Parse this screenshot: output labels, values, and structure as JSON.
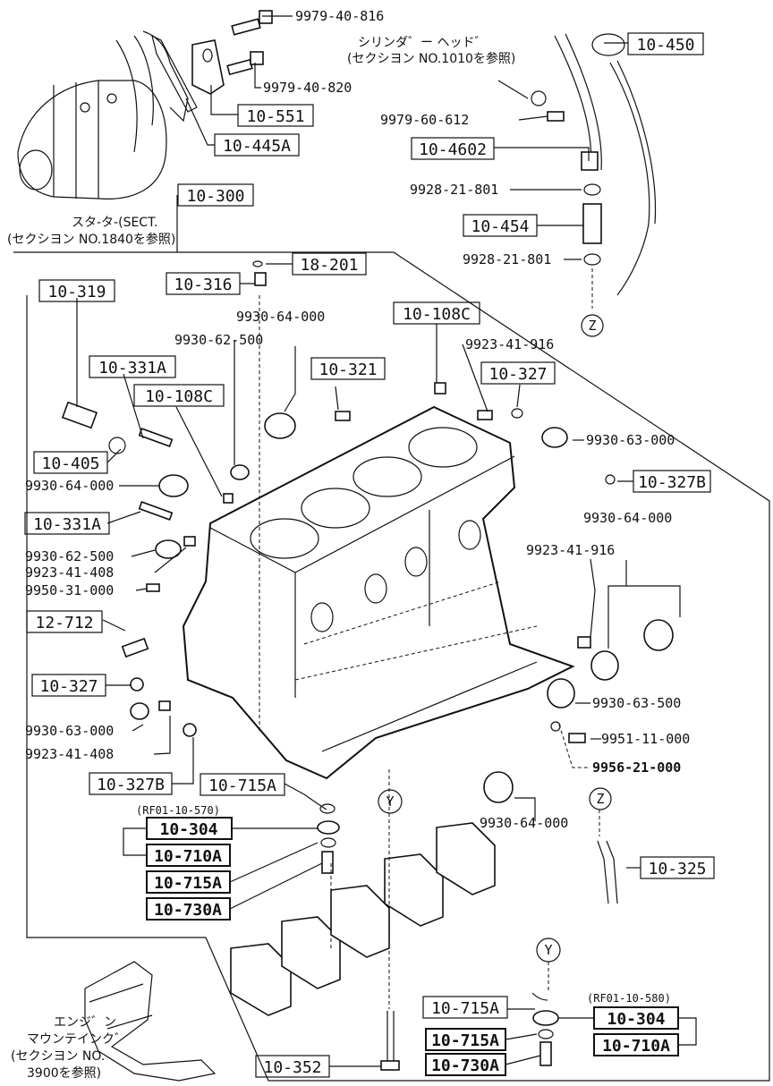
{
  "part_numbers": {
    "p_9979_40_816": "9979-40-816",
    "p_9979_40_820": "9979-40-820",
    "p_9979_60_612": "9979-60-612",
    "p_9928_21_801_a": "9928-21-801",
    "p_9928_21_801_b": "9928-21-801",
    "p_9930_64_000_a": "9930-64-000",
    "p_9930_62_500_a": "9930-62-500",
    "p_9923_41_916_a": "9923-41-916",
    "p_9930_63_000_a": "9930-63-000",
    "p_9930_64_000_b": "9930-64-000",
    "p_9930_62_500_b": "9930-62-500",
    "p_9923_41_408_a": "9923-41-408",
    "p_9950_31_000": "9950-31-000",
    "p_9930_64_000_c": "9930-64-000",
    "p_9923_41_916_b": "9923-41-916",
    "p_9930_63_500": "9930-63-500",
    "p_9930_63_000_b": "9930-63-000",
    "p_9951_11_000": "9951-11-000",
    "p_9923_41_408_b": "9923-41-408",
    "p_9956_21_000": "9956-21-000",
    "p_9930_64_000_d": "9930-64-000",
    "rf_570": "(RF01-10-570)",
    "rf_580": "(RF01-10-580)"
  },
  "boxed_labels": {
    "b_10_450": "10-450",
    "b_10_551": "10-551",
    "b_10_445A": "10-445A",
    "b_10_4602": "10-4602",
    "b_10_300": "10-300",
    "b_10_454": "10-454",
    "b_18_201": "18-201",
    "b_10_316": "10-316",
    "b_10_319": "10-319",
    "b_10_108C_a": "10-108C",
    "b_10_331A_a": "10-331A",
    "b_10_321": "10-321",
    "b_10_327_a": "10-327",
    "b_10_108C_b": "10-108C",
    "b_10_405": "10-405",
    "b_10_327B_a": "10-327B",
    "b_10_331A_b": "10-331A",
    "b_12_712": "12-712",
    "b_10_327_b": "10-327",
    "b_10_327B_b": "10-327B",
    "b_10_715A_a": "10-715A",
    "b_10_304_a": "10-304",
    "b_10_710A_a": "10-710A",
    "b_10_715A_b": "10-715A",
    "b_10_730A_a": "10-730A",
    "b_10_325": "10-325",
    "b_10_715A_c": "10-715A",
    "b_10_304_b": "10-304",
    "b_10_710A_b": "10-710A",
    "b_10_715A_d": "10-715A",
    "b_10_730A_b": "10-730A",
    "b_10_352": "10-352"
  },
  "notes": {
    "cyl_head_1": "シリンダ゛ー ヘッド゛",
    "cyl_head_2": "(セクシヨン NO.1010を参照)",
    "starter_1": "スタ-タ-(SECT.",
    "starter_2": "(セクシヨン NO.1840を参照)",
    "mount_1": "エンジ゛ン",
    "mount_2": "マウンテインク゛",
    "mount_3": "(セクシヨン NO.",
    "mount_4": "3900を参照)"
  },
  "connectors": {
    "z_top": "Z",
    "z_right": "Z",
    "y_mid": "Y",
    "y_bottom": "Y"
  }
}
